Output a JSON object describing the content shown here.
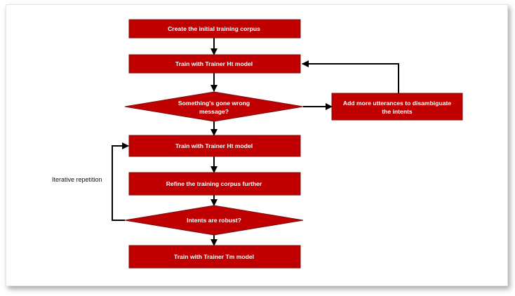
{
  "colors": {
    "node_fill": "#c00000",
    "node_stroke": "#7a1010",
    "arrow": "#000000",
    "text_on_node": "#ffffff"
  },
  "nodes": {
    "create_corpus": "Create the initial training corpus",
    "train_ht_1": "Train with Trainer Ht model",
    "decision_wrong_line1": "Something's gone wrong",
    "decision_wrong_line2": "message?",
    "add_utterances_line1": "Add more utterances to disambiguate",
    "add_utterances_line2": "the intents",
    "train_ht_2": "Train with Trainer Ht model",
    "refine_corpus": "Refine the training corpus further",
    "decision_robust": "Intents are robust?",
    "train_tm": "Train with Trainer Tm model"
  },
  "annotation": {
    "iterative_repetition": "Iterative repetition"
  }
}
